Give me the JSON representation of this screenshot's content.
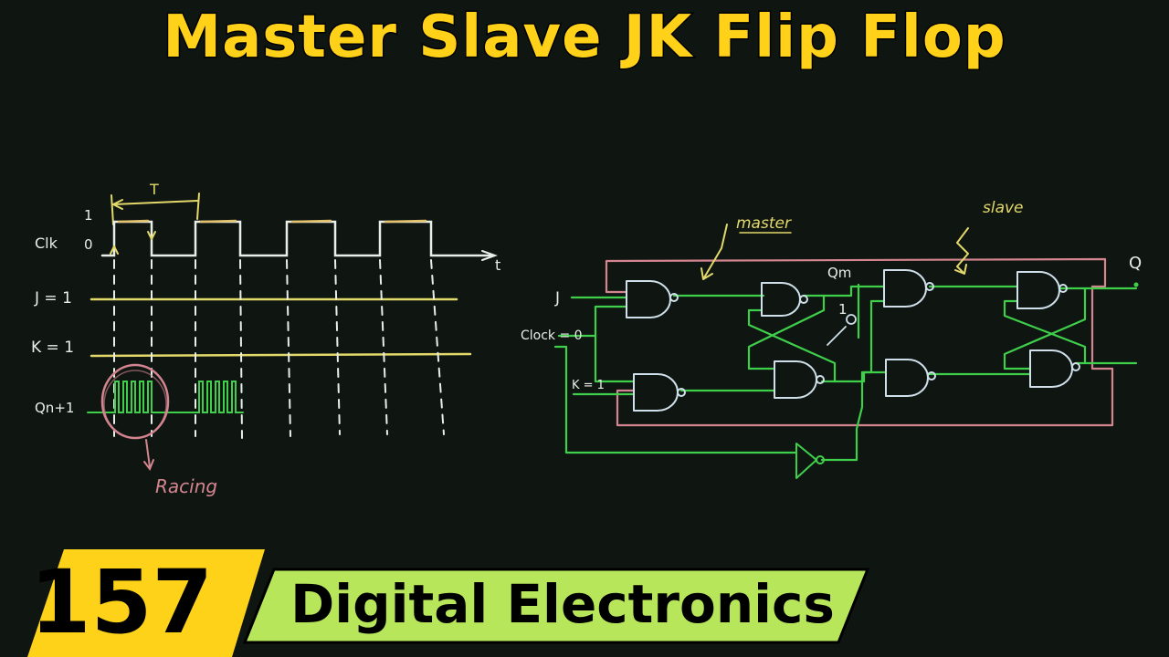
{
  "title": "Master Slave JK Flip Flop",
  "episode_number": "157",
  "course_name": "Digital Electronics",
  "timing_diagram": {
    "level_high": "1",
    "level_low": "0",
    "clock_label": "Clk",
    "period_label": "T",
    "time_label": "t",
    "j_label": "J = 1",
    "k_label": "K = 1",
    "output_label": "Qn+1",
    "annotation": "Racing"
  },
  "circuit": {
    "master_label": "master",
    "slave_label": "slave",
    "j_input": "J",
    "k_input": "K = 1",
    "clock_input": "Clock = 0",
    "qm_label": "Qm",
    "qm_value": "1",
    "q_output": "Q"
  },
  "colors": {
    "title": "#ffd219",
    "banner_yellow": "#ffd21a",
    "banner_green": "#b8e65a",
    "chalk_white": "#e8eee8",
    "chalk_green": "#3fcf4a",
    "chalk_pink": "#d4858f",
    "chalk_yellow": "#e3d86a",
    "gate_outline": "#cfe0ea",
    "background": "#0f1612"
  }
}
